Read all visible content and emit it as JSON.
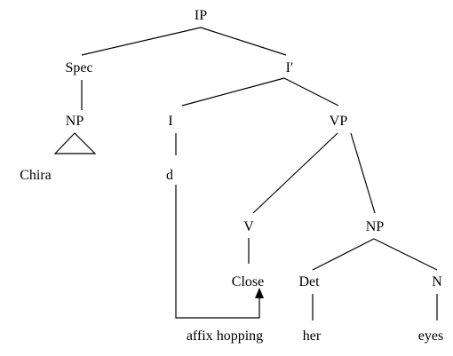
{
  "nodes": {
    "ip": "IP",
    "spec": "Spec",
    "i_bar": "I′",
    "np_subject": "NP",
    "i": "I",
    "vp": "VP",
    "chira": "Chira",
    "d": "d",
    "v": "V",
    "np_object": "NP",
    "close": "Close",
    "det": "Det",
    "n": "N",
    "her": "her",
    "eyes": "eyes"
  },
  "annotation": {
    "affix_hopping": "affix hopping"
  }
}
